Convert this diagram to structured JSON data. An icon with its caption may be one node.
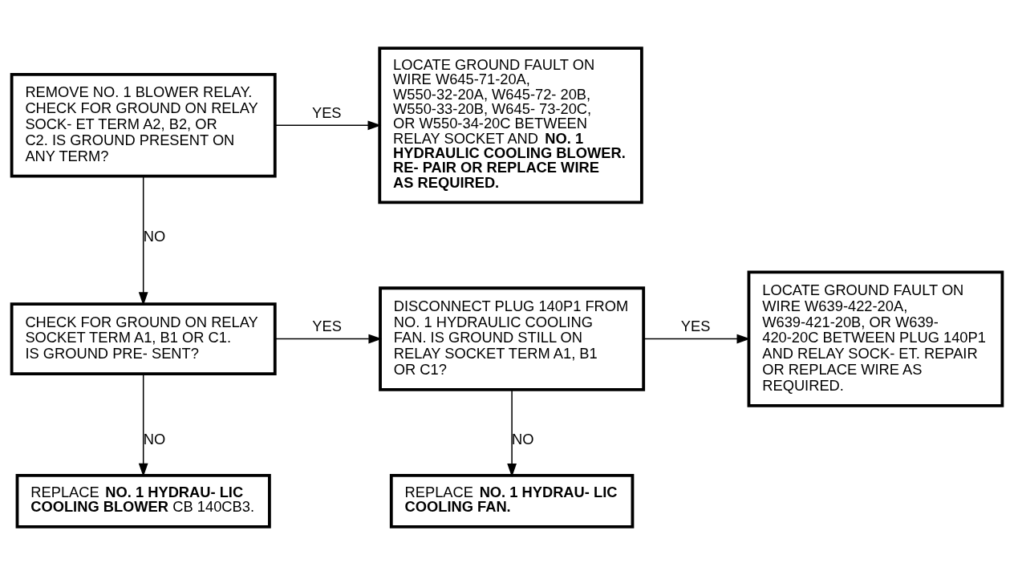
{
  "diagram": {
    "nodes": [
      {
        "text": [
          "REMOVE NO. 1 BLOWER RELAY. CHECK FOR GROUND ON RELAY SOCK- ET TERM A2, B2, OR C2. IS GROUND PRESENT ON ANY TERM?"
        ]
      },
      {
        "text": [
          "LOCATE GROUND FAULT ON WIRE W645-71-20A, W550-32-20A, W645-72- 20B, W550-33-20B, W645- 73-20C, OR W550-34-20C BETWEEN RELAY SOCKET AND **NO. 1 HYDRAULIC COOLING BLOWER. RE- PAIR OR REPLACE WIRE AS REQUIRED.**"
        ]
      },
      {
        "text": [
          "CHECK FOR GROUND ON RELAY SOCKET TERM A1, B1 OR C1. IS GROUND PRE- SENT?"
        ]
      },
      {
        "text": [
          "DISCONNECT PLUG 140P1 FROM NO. 1 HYDRAULIC COOLING FAN. IS GROUND STILL ON RELAY SOCKET TERM A1, B1 OR C1?"
        ]
      },
      {
        "text": [
          "LOCATE GROUND FAULT ON WIRE W639-422-20A, W639-421-20B, OR W639- 420-20C BETWEEN PLUG 140P1 AND RELAY SOCK- ET. REPAIR OR REPLACE WIRE AS REQUIRED."
        ]
      },
      {
        "text": [
          "REPLACE **NO. 1 HYDRAU- LIC COOLING BLOWER** CB 140CB3."
        ]
      },
      {
        "text": [
          "REPLACE **NO. 1 HYDRAU- LIC COOLING FAN.**"
        ]
      }
    ],
    "edges": [
      {
        "from": 0,
        "to": 1,
        "arrow": "to",
        "label": "YES"
      },
      {
        "from": 0,
        "to": 2,
        "arrow": "to",
        "label": "NO"
      },
      {
        "from": 2,
        "to": 3,
        "arrow": "to",
        "label": "YES"
      },
      {
        "from": 3,
        "to": 4,
        "arrow": "to",
        "label": "YES"
      },
      {
        "from": 2,
        "to": 5,
        "arrow": "to",
        "label": "NO"
      },
      {
        "from": 3,
        "to": 6,
        "arrow": "to",
        "label": "NO"
      }
    ]
  }
}
